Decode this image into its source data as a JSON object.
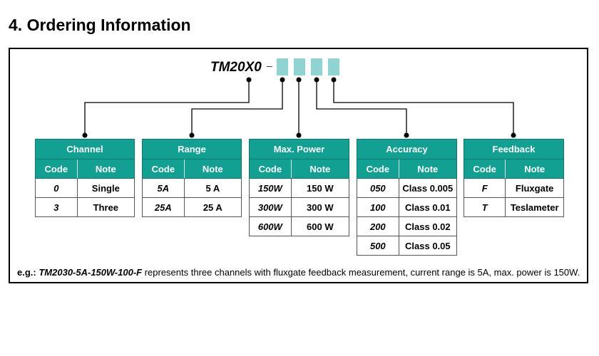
{
  "heading": "4. Ordering Information",
  "model": {
    "prefix": "TM20X0",
    "dash": "–"
  },
  "tables": [
    {
      "title": "Channel",
      "code_header": "Code",
      "note_header": "Note",
      "rows": [
        {
          "code": "0",
          "note": "Single"
        },
        {
          "code": "3",
          "note": "Three"
        }
      ]
    },
    {
      "title": "Range",
      "code_header": "Code",
      "note_header": "Note",
      "rows": [
        {
          "code": "5A",
          "note": "5 A"
        },
        {
          "code": "25A",
          "note": "25 A"
        }
      ]
    },
    {
      "title": "Max. Power",
      "code_header": "Code",
      "note_header": "Note",
      "rows": [
        {
          "code": "150W",
          "note": "150 W"
        },
        {
          "code": "300W",
          "note": "300 W"
        },
        {
          "code": "600W",
          "note": "600 W"
        }
      ]
    },
    {
      "title": "Accuracy",
      "code_header": "Code",
      "note_header": "Note",
      "rows": [
        {
          "code": "050",
          "note": "Class 0.005"
        },
        {
          "code": "100",
          "note": "Class 0.01"
        },
        {
          "code": "200",
          "note": "Class 0.02"
        },
        {
          "code": "500",
          "note": "Class 0.05"
        }
      ]
    },
    {
      "title": "Feedback",
      "code_header": "Code",
      "note_header": "Note",
      "rows": [
        {
          "code": "F",
          "note": "Fluxgate"
        },
        {
          "code": "T",
          "note": "Teslameter"
        }
      ]
    }
  ],
  "example": {
    "prefix": "e.g.:",
    "part_number": "TM2030-5A-150W-100-F",
    "text": " represents three channels with fluxgate feedback measurement, current range is 5A, max. power is 150W."
  },
  "colors": {
    "header_teal": "#11a091",
    "slot_teal": "#8fd3d3"
  }
}
